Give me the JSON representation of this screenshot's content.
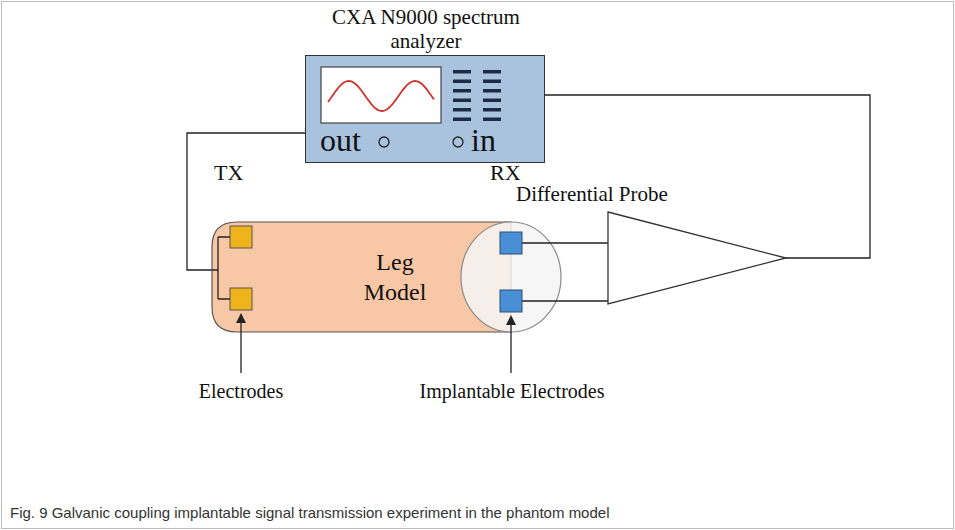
{
  "diagram": {
    "caption": "Fig. 9 Galvanic coupling implantable signal transmission experiment in the phantom model",
    "nodes": [
      {
        "text": [
          "CXA N9000 spectrum analyzer",
          "out",
          "in"
        ]
      },
      {
        "text": [
          "Leg Model"
        ]
      },
      {
        "text": [
          "Differential Probe"
        ]
      }
    ],
    "edges": [
      {
        "from": 0,
        "to": 1,
        "arrow": "none"
      },
      {
        "from": 2,
        "to": 0,
        "arrow": "none"
      },
      {
        "from": 1,
        "to": 2,
        "arrow": "none"
      },
      {
        "from": 1,
        "to": 2,
        "arrow": "none"
      }
    ],
    "labels": [
      "TX",
      "RX",
      "Electrodes",
      "Implantable Electrodes"
    ]
  }
}
